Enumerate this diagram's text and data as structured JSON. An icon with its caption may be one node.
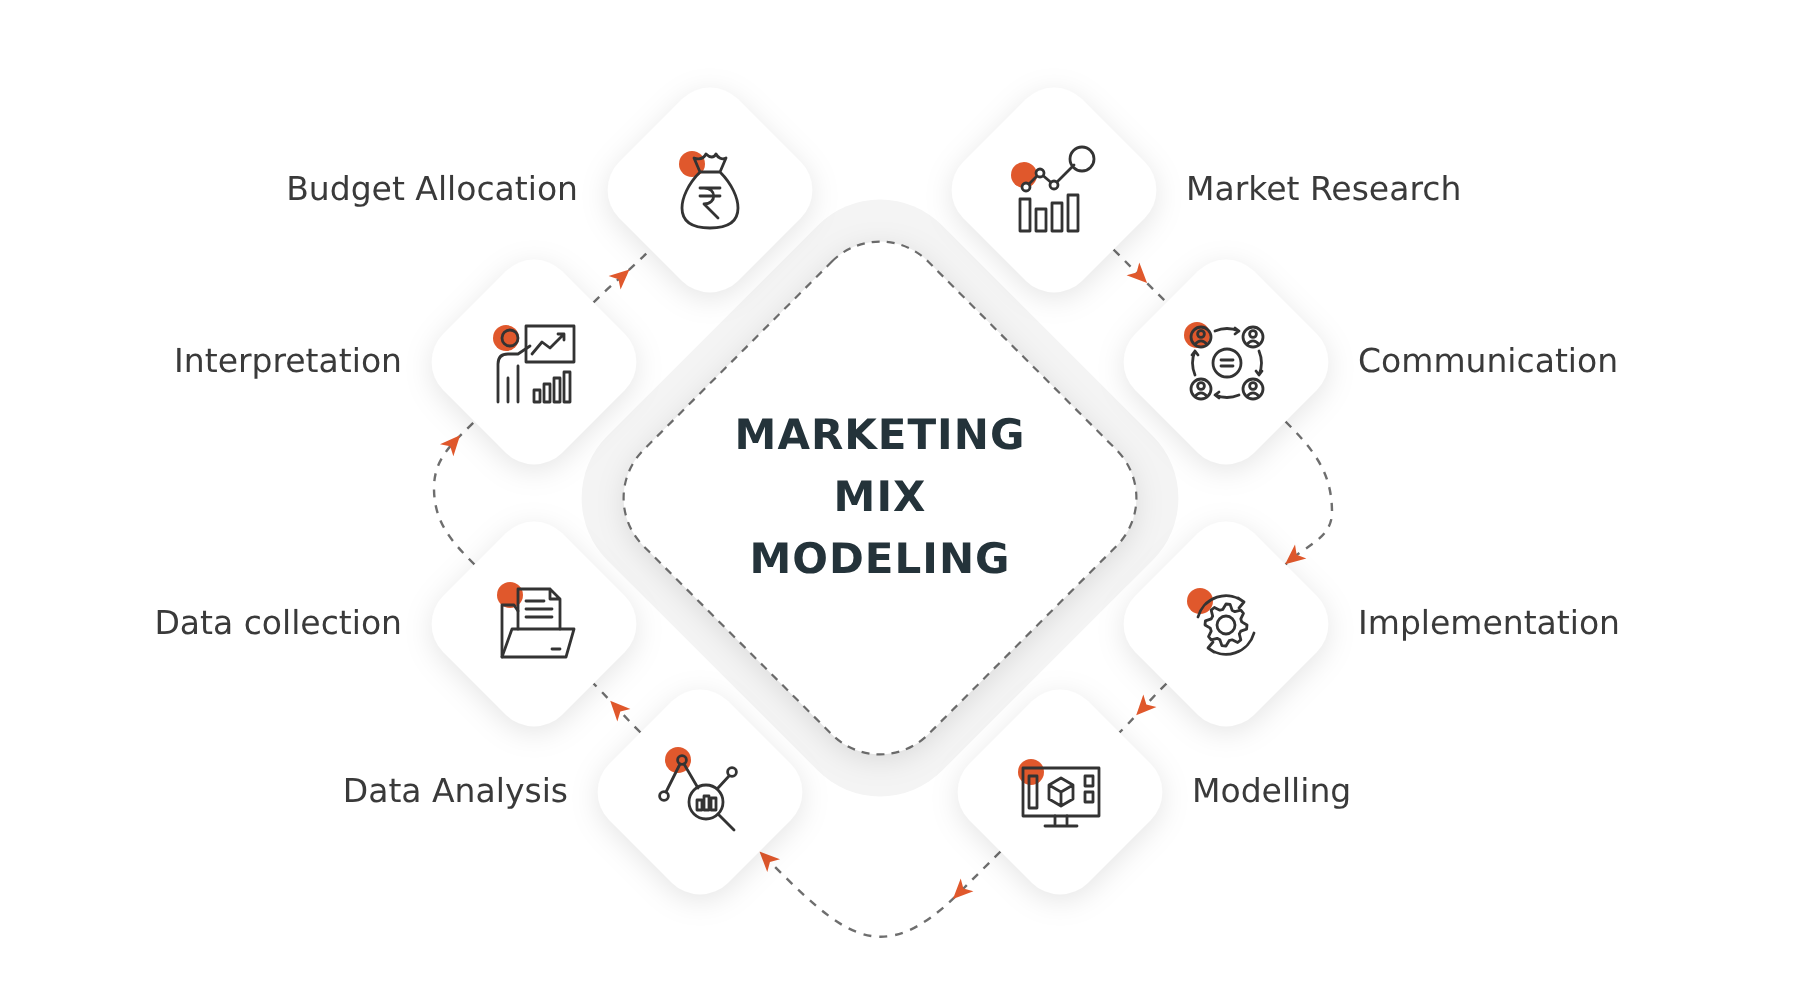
{
  "diagram": {
    "nodes": [
      {
        "text": [
          "Budget Allocation"
        ]
      },
      {
        "text": [
          "Market Research"
        ]
      },
      {
        "text": [
          "Interpretation"
        ]
      },
      {
        "text": [
          "Communication"
        ]
      },
      {
        "text": [
          "MARKETING MIX MODELING"
        ]
      },
      {
        "text": [
          "Data collection"
        ]
      },
      {
        "text": [
          "Implementation"
        ]
      },
      {
        "text": [
          "Data Analysis"
        ]
      },
      {
        "text": [
          "Modelling"
        ]
      }
    ],
    "edges": [
      {
        "from": 1,
        "to": 3,
        "arrow": "to",
        "style": "dashed"
      },
      {
        "from": 3,
        "to": 6,
        "arrow": "to",
        "style": "dashed"
      },
      {
        "from": 6,
        "to": 8,
        "arrow": "to",
        "style": "dashed"
      },
      {
        "from": 8,
        "to": 7,
        "arrow": "to",
        "style": "dashed"
      },
      {
        "from": 7,
        "to": 5,
        "arrow": "to",
        "style": "dashed"
      },
      {
        "from": 5,
        "to": 2,
        "arrow": "to",
        "style": "dashed"
      },
      {
        "from": 2,
        "to": 0,
        "arrow": "to",
        "style": "dashed"
      }
    ]
  }
}
